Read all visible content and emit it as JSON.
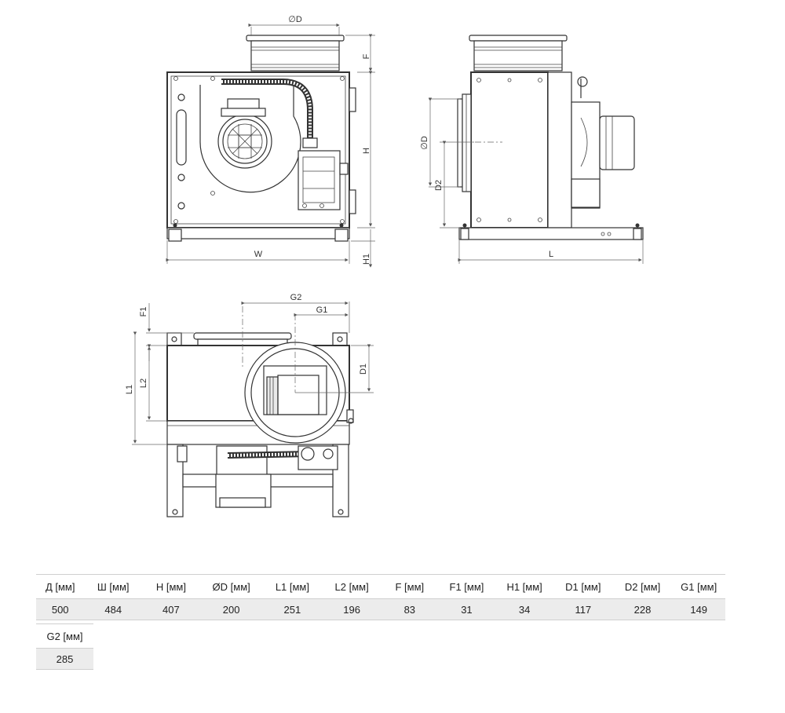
{
  "labels": {
    "front": {
      "od": "∅D",
      "f": "F",
      "h": "H",
      "w": "W",
      "h1": "H1"
    },
    "side": {
      "od": "∅D",
      "d2": "D2",
      "l": "L"
    },
    "top": {
      "g2": "G2",
      "g1": "G1",
      "f1": "F1",
      "l1": "L1",
      "l2": "L2",
      "d1": "D1"
    }
  },
  "spec_table": {
    "row1": {
      "headers": [
        "Д [мм]",
        "Ш [мм]",
        "Н [мм]",
        "ØD [мм]",
        "L1 [мм]",
        "L2 [мм]",
        "F [мм]",
        "F1 [мм]",
        "H1 [мм]",
        "D1 [мм]",
        "D2 [мм]",
        "G1 [мм]"
      ],
      "values": [
        "500",
        "484",
        "407",
        "200",
        "251",
        "196",
        "83",
        "31",
        "34",
        "117",
        "228",
        "149"
      ]
    },
    "row2": {
      "headers": [
        "G2 [мм]"
      ],
      "values": [
        "285"
      ]
    }
  }
}
